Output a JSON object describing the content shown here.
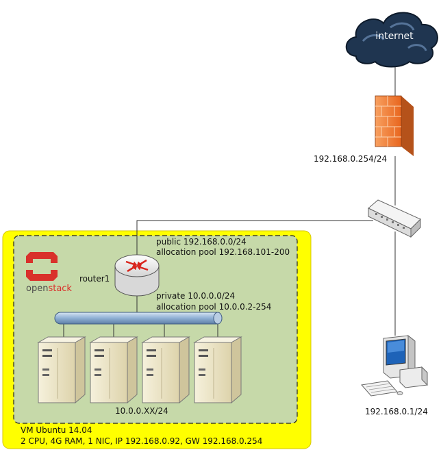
{
  "internet": {
    "label": "internet"
  },
  "firewall": {
    "ip": "192.168.0.254/24"
  },
  "openstack": {
    "logo_open": "open",
    "logo_stack": "stack"
  },
  "router": {
    "name": "router1",
    "public_net": "public 192.168.0.0/24",
    "public_pool": "allocation pool 192.168.101-200",
    "private_net": "private 10.0.0.0/24",
    "private_pool": "allocation pool 10.0.0.2-254"
  },
  "instances": {
    "ip_label": "10.0.0.XX/24",
    "count": 4
  },
  "workstation": {
    "ip": "192.168.0.1/24"
  },
  "vm": {
    "title": "VM Ubuntu 14.04",
    "specs": "2 CPU, 4G RAM, 1 NIC, IP 192.168.0.92, GW 192.168.0.254"
  },
  "colors": {
    "vm_box": "#ffff00",
    "openstack_area": "#c6d9a9",
    "firewall": "#f07a2a",
    "cloud": "#1f3550",
    "bus": "#9fb8d6",
    "server": "#ece5c6",
    "openstack_red": "#d9312b"
  }
}
